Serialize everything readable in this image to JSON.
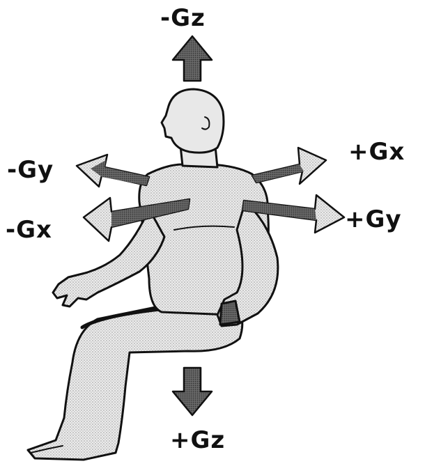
{
  "labels": {
    "neg_gz": "-Gz",
    "pos_gz": "+Gz",
    "neg_gy": "-Gy",
    "pos_gy": "+Gy",
    "neg_gx": "-Gx",
    "pos_gx": "+Gx"
  },
  "colors": {
    "ink": "#111111",
    "arrow_fill": "#5a5a5a",
    "light_arrow_fill": "#d9d9d9",
    "body_fill": "#e2e2e2",
    "shadow_fill": "#c8c8c8"
  }
}
